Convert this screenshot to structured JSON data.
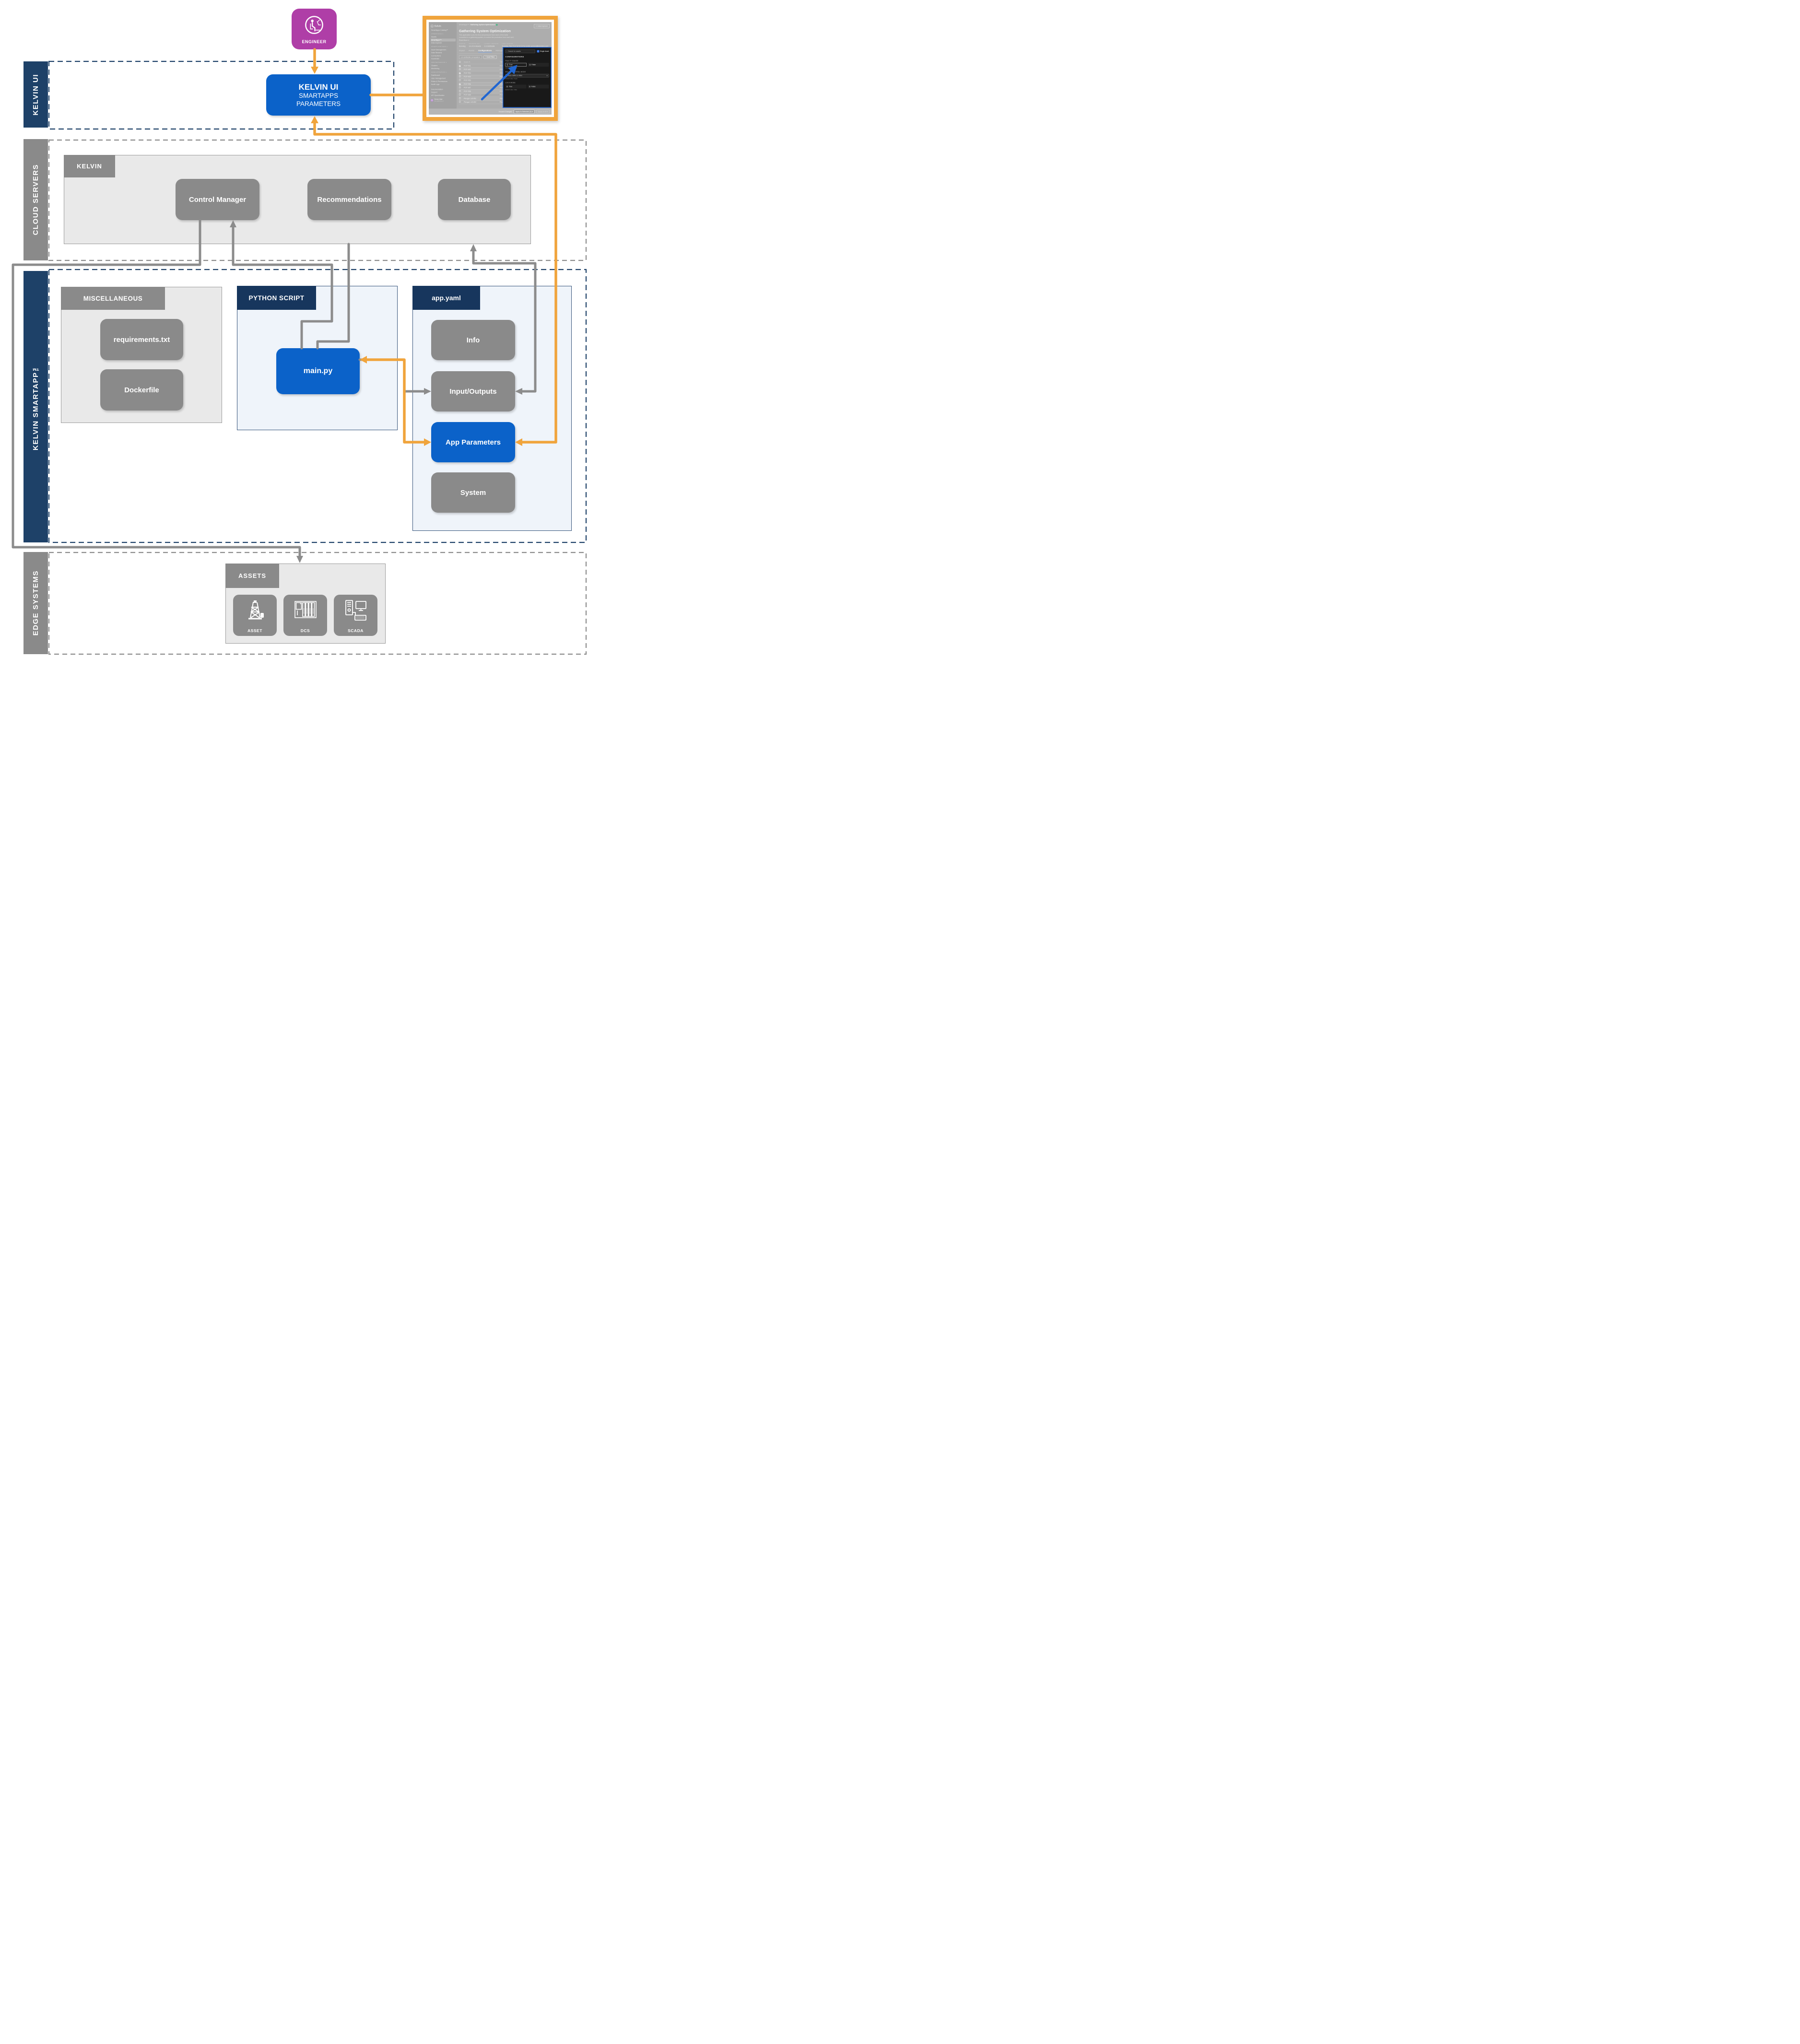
{
  "bands": {
    "kelvin_ui": "KELVIN UI",
    "cloud": "CLOUD SERVERS",
    "smartapp": "KELVIN SMARTAPP™",
    "edge": "EDGE SYSTEMS"
  },
  "colors": {
    "navy": "#1e4168",
    "header_navy": "#17365d",
    "blue": "#0b62c9",
    "gray_node": "#8a8a8a",
    "orange": "#f0a43c",
    "purple": "#af3ea7",
    "light_container": "#e9e9e9",
    "light_blue_container": "#eff4fa",
    "annotation_blue": "#2166d1"
  },
  "engineer": {
    "label": "ENGINEER"
  },
  "kelvin_ui_box": {
    "line1": "KELVIN UI",
    "line2": "SMARTAPPS",
    "line3": "PARAMETERS"
  },
  "cloud": {
    "header": "KELVIN",
    "control_manager": "Control Manager",
    "recommendations": "Recommendations",
    "database": "Database"
  },
  "misc": {
    "header": "MISCELLANEOUS",
    "requirements": "requirements.txt",
    "dockerfile": "Dockerfile"
  },
  "python": {
    "header": "PYTHON SCRIPT",
    "main": "main.py"
  },
  "appyaml": {
    "header": "app.yaml",
    "info": "Info",
    "io": "Input/Outputs",
    "params": "App Parameters",
    "system": "System"
  },
  "assets": {
    "header": "ASSETS",
    "tiles": [
      {
        "label": "ASSET"
      },
      {
        "label": "DCS"
      },
      {
        "label": "SCADA"
      }
    ]
  },
  "thumbnail": {
    "sidebar": {
      "logo": "Kelvin",
      "items": [
        {
          "label": "SmartApps Catalog™"
        },
        {
          "kind": "sec",
          "label": "OPERATIONS ∨"
        },
        {
          "label": "Assets"
        },
        {
          "kind": "active",
          "label": "SmartApps™"
        },
        {
          "label": "Data Explorer"
        },
        {
          "kind": "sec",
          "label": "ASSETS AND DATA ∨"
        },
        {
          "label": "Asset Management"
        },
        {
          "label": "Data Streams"
        },
        {
          "label": "Connections"
        },
        {
          "label": "Guardrails"
        },
        {
          "kind": "sec",
          "label": "ORCHESTRATION ∨"
        },
        {
          "label": "Clusters"
        },
        {
          "label": "Monitoring"
        },
        {
          "kind": "sec",
          "label": "ADMINISTRATION ∨"
        },
        {
          "label": "Dashboard"
        },
        {
          "label": "User Management"
        },
        {
          "label": "Roles & Permissions"
        },
        {
          "label": "Audit Logs"
        },
        {
          "kind": "gap-item",
          "label": "Documentation"
        },
        {
          "label": "Support"
        },
        {
          "label": "API Specification"
        }
      ],
      "user": {
        "initial": "D",
        "name": "Demo User",
        "email": "demo@kelvin.ai"
      }
    },
    "breadcrumb_prefix": "SmartApps™ / ",
    "breadcrumb_current": "Gathering System Optimization",
    "data_explorer_button": "Data Explorer",
    "title": "Gathering System Optimization",
    "desc1": "This application uses the flow and pressure from each of the wells",
    "desc2": "connected to a gathering system, to control the production from each well,",
    "read_more": "Read More ∨",
    "status": {
      "l1": "STATUS",
      "v1": "Running",
      "l2": "RUNNING ON",
      "v2": "14 of 14 Assets",
      "l3": "LATEST VERSION",
      "v3": "1.0.11051108",
      "l4": "LAST UPDATE",
      "v4": "Tuesday, Nov 5 at 18:10:14 by andre.gomes@kelvininc.com"
    },
    "tabs": [
      {
        "label": "Impact"
      },
      {
        "label": "Assets"
      },
      {
        "kind": "active",
        "label": "Configurations"
      },
      {
        "label": "Management"
      },
      {
        "label": "Schedule"
      }
    ],
    "filter_chip": "1.0.11051108 | 14 assets ▾",
    "add_filter": "+ Add Filter",
    "table": {
      "h_assets": "Assets ⇅",
      "h_type": "Type",
      "h_update": "Last Update",
      "rows": [
        {
          "check": "✓",
          "kind": "on",
          "name": "PCP #51",
          "type": "PCP",
          "update": "N/A"
        },
        {
          "check": "",
          "name": "PCP #52",
          "type": "PCP",
          "update": "N/A"
        },
        {
          "check": "✓",
          "kind": "on",
          "name": "PCP #53",
          "type": "PCP",
          "update": "N/A"
        },
        {
          "check": "",
          "name": "PCP #54",
          "type": "PCP",
          "update": "N/A"
        },
        {
          "check": "",
          "name": "PCP #55",
          "type": "PCP",
          "update": "N/A"
        },
        {
          "check": "✓",
          "kind": "on",
          "name": "PCP #56",
          "type": "PCP",
          "update": "N/A"
        },
        {
          "check": "",
          "name": "PCP #57",
          "type": "PCP",
          "update": "N/A"
        },
        {
          "check": "",
          "name": "PCP #58",
          "type": "PCP",
          "update": "N/A"
        },
        {
          "check": "",
          "name": "PCP #59",
          "type": "PCP",
          "update": "N/A"
        },
        {
          "check": "",
          "name": "Plunger Lift #51",
          "type": "Plunger Lift",
          "update": "N/A"
        },
        {
          "check": "",
          "name": "Plunger Lift #52",
          "type": "Plunger Lift",
          "update": "N/A"
        }
      ]
    },
    "footer": {
      "discard": "Discard Changes",
      "apply_selected": "Apply to Selected (3) ▾",
      "apply_all": "Apply to All ▾"
    },
    "panel": {
      "search_placeholder": "Search for assets",
      "single_asset": "Single Asset",
      "title": "CONFIGURATIONS",
      "faulty_gauge": "FAULTY GAUGE",
      "opt_true": "True",
      "opt_false": "False",
      "default_false": "Default value: false",
      "control_mode": "KELVIN CONTROL MODE",
      "select_placeholder": "Please define a value",
      "select_caret": "▾",
      "default_open": "Default value: Open",
      "lock_mode": "LOCK MODE",
      "default_false2": "Default value: false"
    }
  }
}
